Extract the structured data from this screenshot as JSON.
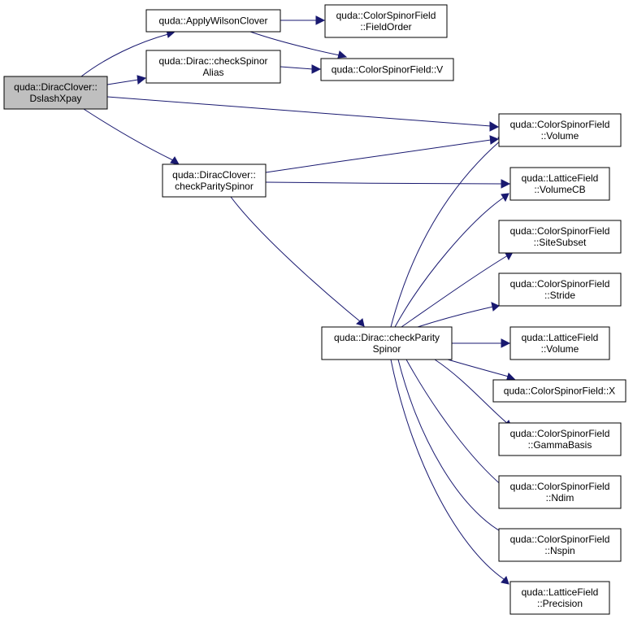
{
  "diagram": {
    "type": "call-graph",
    "colors": {
      "edge": "#191970",
      "root_fill": "#bfbfbf",
      "node_fill": "#ffffff",
      "border": "#000000"
    },
    "nodes": [
      {
        "id": "dslash",
        "lines": [
          "quda::DiracClover::",
          "DslashXpay"
        ],
        "root": true
      },
      {
        "id": "applywc",
        "lines": [
          "quda::ApplyWilsonClover"
        ]
      },
      {
        "id": "checkalias",
        "lines": [
          "quda::Dirac::checkSpinor",
          "Alias"
        ]
      },
      {
        "id": "dccps",
        "lines": [
          "quda::DiracClover::",
          "checkParitySpinor"
        ]
      },
      {
        "id": "fieldorder",
        "lines": [
          "quda::ColorSpinorField",
          "::FieldOrder"
        ]
      },
      {
        "id": "csfv",
        "lines": [
          "quda::ColorSpinorField::V"
        ]
      },
      {
        "id": "csfvolume",
        "lines": [
          "quda::ColorSpinorField",
          "::Volume"
        ]
      },
      {
        "id": "lfvolumecb",
        "lines": [
          "quda::LatticeField",
          "::VolumeCB"
        ]
      },
      {
        "id": "sitesubset",
        "lines": [
          "quda::ColorSpinorField",
          "::SiteSubset"
        ]
      },
      {
        "id": "stride",
        "lines": [
          "quda::ColorSpinorField",
          "::Stride"
        ]
      },
      {
        "id": "dcps",
        "lines": [
          "quda::Dirac::checkParity",
          "Spinor"
        ]
      },
      {
        "id": "lfvolume",
        "lines": [
          "quda::LatticeField",
          "::Volume"
        ]
      },
      {
        "id": "csfx",
        "lines": [
          "quda::ColorSpinorField::X"
        ]
      },
      {
        "id": "gammabasis",
        "lines": [
          "quda::ColorSpinorField",
          "::GammaBasis"
        ]
      },
      {
        "id": "ndim",
        "lines": [
          "quda::ColorSpinorField",
          "::Ndim"
        ]
      },
      {
        "id": "nspin",
        "lines": [
          "quda::ColorSpinorField",
          "::Nspin"
        ]
      },
      {
        "id": "precision",
        "lines": [
          "quda::LatticeField",
          "::Precision"
        ]
      }
    ],
    "edges": [
      [
        "dslash",
        "applywc"
      ],
      [
        "dslash",
        "checkalias"
      ],
      [
        "dslash",
        "csfvolume"
      ],
      [
        "dslash",
        "dccps"
      ],
      [
        "applywc",
        "fieldorder"
      ],
      [
        "applywc",
        "csfv"
      ],
      [
        "checkalias",
        "csfv"
      ],
      [
        "dccps",
        "csfvolume"
      ],
      [
        "dccps",
        "lfvolumecb"
      ],
      [
        "dccps",
        "dcps"
      ],
      [
        "dcps",
        "csfvolume"
      ],
      [
        "dcps",
        "lfvolumecb"
      ],
      [
        "dcps",
        "sitesubset"
      ],
      [
        "dcps",
        "stride"
      ],
      [
        "dcps",
        "lfvolume"
      ],
      [
        "dcps",
        "csfx"
      ],
      [
        "dcps",
        "gammabasis"
      ],
      [
        "dcps",
        "ndim"
      ],
      [
        "dcps",
        "nspin"
      ],
      [
        "dcps",
        "precision"
      ]
    ]
  }
}
